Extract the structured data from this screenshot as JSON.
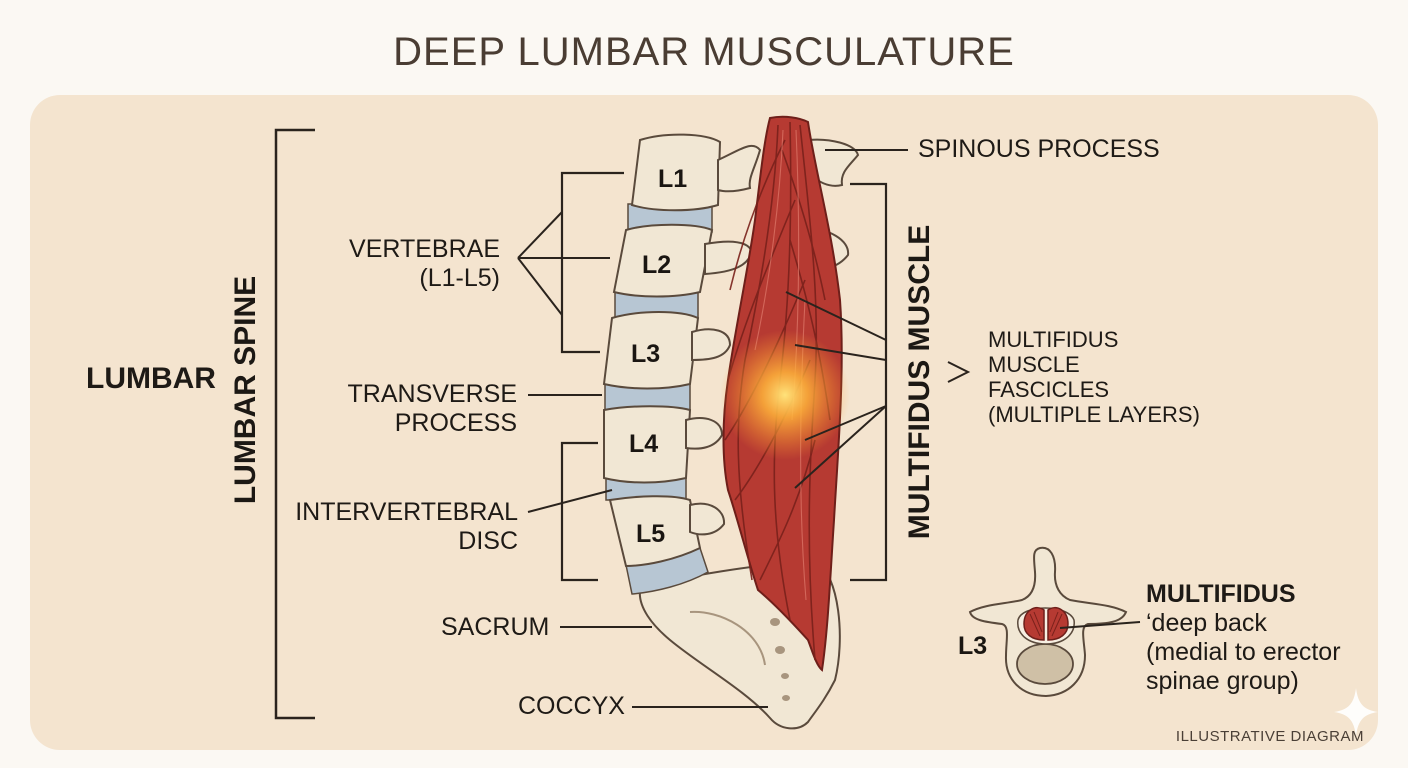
{
  "title": "DEEP LUMBAR MUSCULATURE",
  "labels": {
    "lumbar": "LUMBAR",
    "lumbar_spine": "LUMBAR SPINE",
    "vertebrae": "VERTEBRAE",
    "vertebrae_range": "(L1-L5)",
    "transverse_1": "TRANSVERSE",
    "transverse_2": "PROCESS",
    "disc_1": "INTERVERTEBRAL",
    "disc_2": "DISC",
    "sacrum": "SACRUM",
    "coccyx": "COCCYX",
    "spinous": "SPINOUS PROCESS",
    "multifidus_muscle": "MULTIFIDUS MUSCLE",
    "fascicles_1": "MULTIFIDUS",
    "fascicles_2": "MUSCLE",
    "fascicles_3": "FASCICLES",
    "fascicles_4": "(MULTIPLE LAYERS)",
    "inset_title": "MULTIFIDUS",
    "inset_1": "‘deep back",
    "inset_2": "(medial to erector",
    "inset_3": "spinae group)",
    "inset_vertebra": "L3"
  },
  "vertebrae": [
    "L1",
    "L2",
    "L3",
    "L4",
    "L5"
  ],
  "footer": "ILLUSTRATIVE DIAGRAM",
  "colors": {
    "panel": "#f4e4cf",
    "bone": "#f1e7d4",
    "disc": "#b7c6d3",
    "muscle": "#b63a32",
    "outline": "#5a4a3c",
    "glow": "#ffb33a"
  }
}
